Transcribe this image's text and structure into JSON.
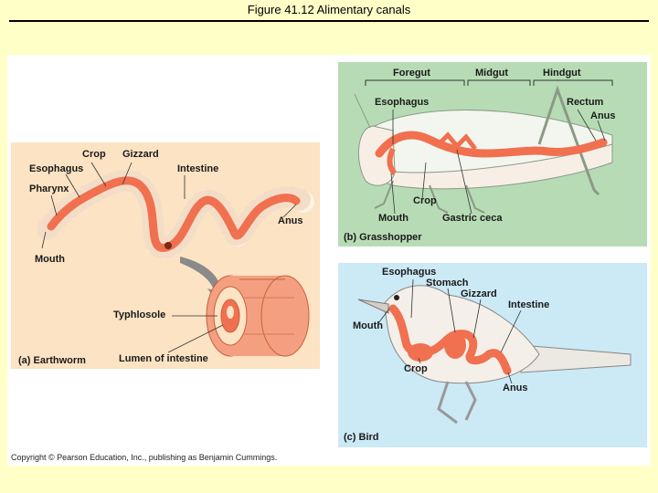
{
  "slide": {
    "title": "Figure 41.12  Alimentary canals"
  },
  "earthworm": {
    "caption": "(a) Earthworm",
    "labels": {
      "crop": "Crop",
      "gizzard": "Gizzard",
      "esophagus": "Esophagus",
      "pharynx": "Pharynx",
      "intestine": "Intestine",
      "anus": "Anus",
      "mouth": "Mouth",
      "typhlosole": "Typhlosole",
      "lumen": "Lumen of intestine"
    }
  },
  "grasshopper": {
    "caption": "(b) Grasshopper",
    "labels": {
      "foregut": "Foregut",
      "midgut": "Midgut",
      "hindgut": "Hindgut",
      "esophagus": "Esophagus",
      "rectum": "Rectum",
      "anus": "Anus",
      "crop": "Crop",
      "mouth": "Mouth",
      "gastric_ceca": "Gastric ceca"
    }
  },
  "bird": {
    "caption": "(c) Bird",
    "labels": {
      "esophagus": "Esophagus",
      "stomach": "Stomach",
      "gizzard": "Gizzard",
      "intestine": "Intestine",
      "mouth": "Mouth",
      "crop": "Crop",
      "anus": "Anus"
    }
  },
  "copyright": "Copyright © Pearson Education, Inc., publishing as Benjamin Cummings.",
  "colors": {
    "slide_bg": "#ffffc8",
    "earthworm_bg": "#fbe3c3",
    "grasshopper_bg": "#b7dcb5",
    "bird_bg": "#cce9f6",
    "gut": "#f07050",
    "body": "#fff2e6"
  }
}
